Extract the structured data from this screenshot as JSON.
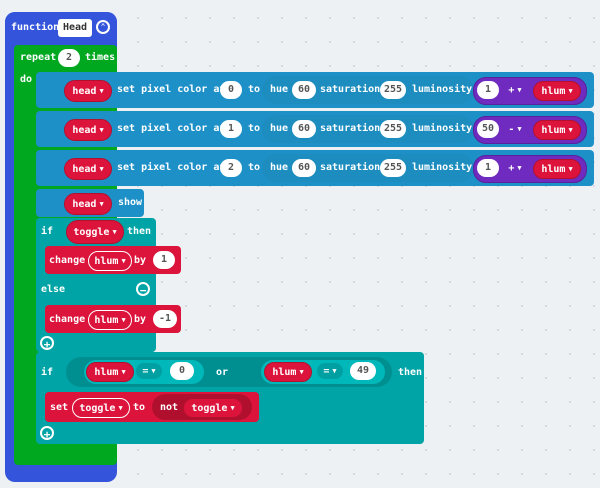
{
  "function": {
    "keyword": "function",
    "name": "Head",
    "collapse_icon": "chevron-up-icon"
  },
  "repeat": {
    "keyword": "repeat",
    "count": "2",
    "suffix": "times",
    "do": "do"
  },
  "pixels": [
    {
      "strip": "head",
      "action": "set pixel color at",
      "index": "0",
      "to": "to",
      "hue": "hue",
      "hue_val": "60",
      "sat": "saturation",
      "sat_val": "255",
      "lum": "luminosity",
      "left": "1",
      "op": "+",
      "var": "hlum"
    },
    {
      "strip": "head",
      "action": "set pixel color at",
      "index": "1",
      "to": "to",
      "hue": "hue",
      "hue_val": "60",
      "sat": "saturation",
      "sat_val": "255",
      "lum": "luminosity",
      "left": "50",
      "op": "-",
      "var": "hlum"
    },
    {
      "strip": "head",
      "action": "set pixel color at",
      "index": "2",
      "to": "to",
      "hue": "hue",
      "hue_val": "60",
      "sat": "saturation",
      "sat_val": "255",
      "lum": "luminosity",
      "left": "1",
      "op": "+",
      "var": "hlum"
    }
  ],
  "show": {
    "strip": "head",
    "action": "show"
  },
  "if1": {
    "if": "if",
    "cond": "toggle",
    "then": "then",
    "else": "else",
    "change1": {
      "kw": "change",
      "var": "hlum",
      "by": "by",
      "val": "1"
    },
    "change2": {
      "kw": "change",
      "var": "hlum",
      "by": "by",
      "val": "-1"
    }
  },
  "if2": {
    "if": "if",
    "var1": "hlum",
    "op1": "=",
    "val1": "0",
    "or": "or",
    "var2": "hlum",
    "op2": "=",
    "val2": "49",
    "then": "then",
    "set": {
      "kw": "set",
      "var": "toggle",
      "to": "to",
      "not": "not",
      "operand": "toggle"
    }
  }
}
